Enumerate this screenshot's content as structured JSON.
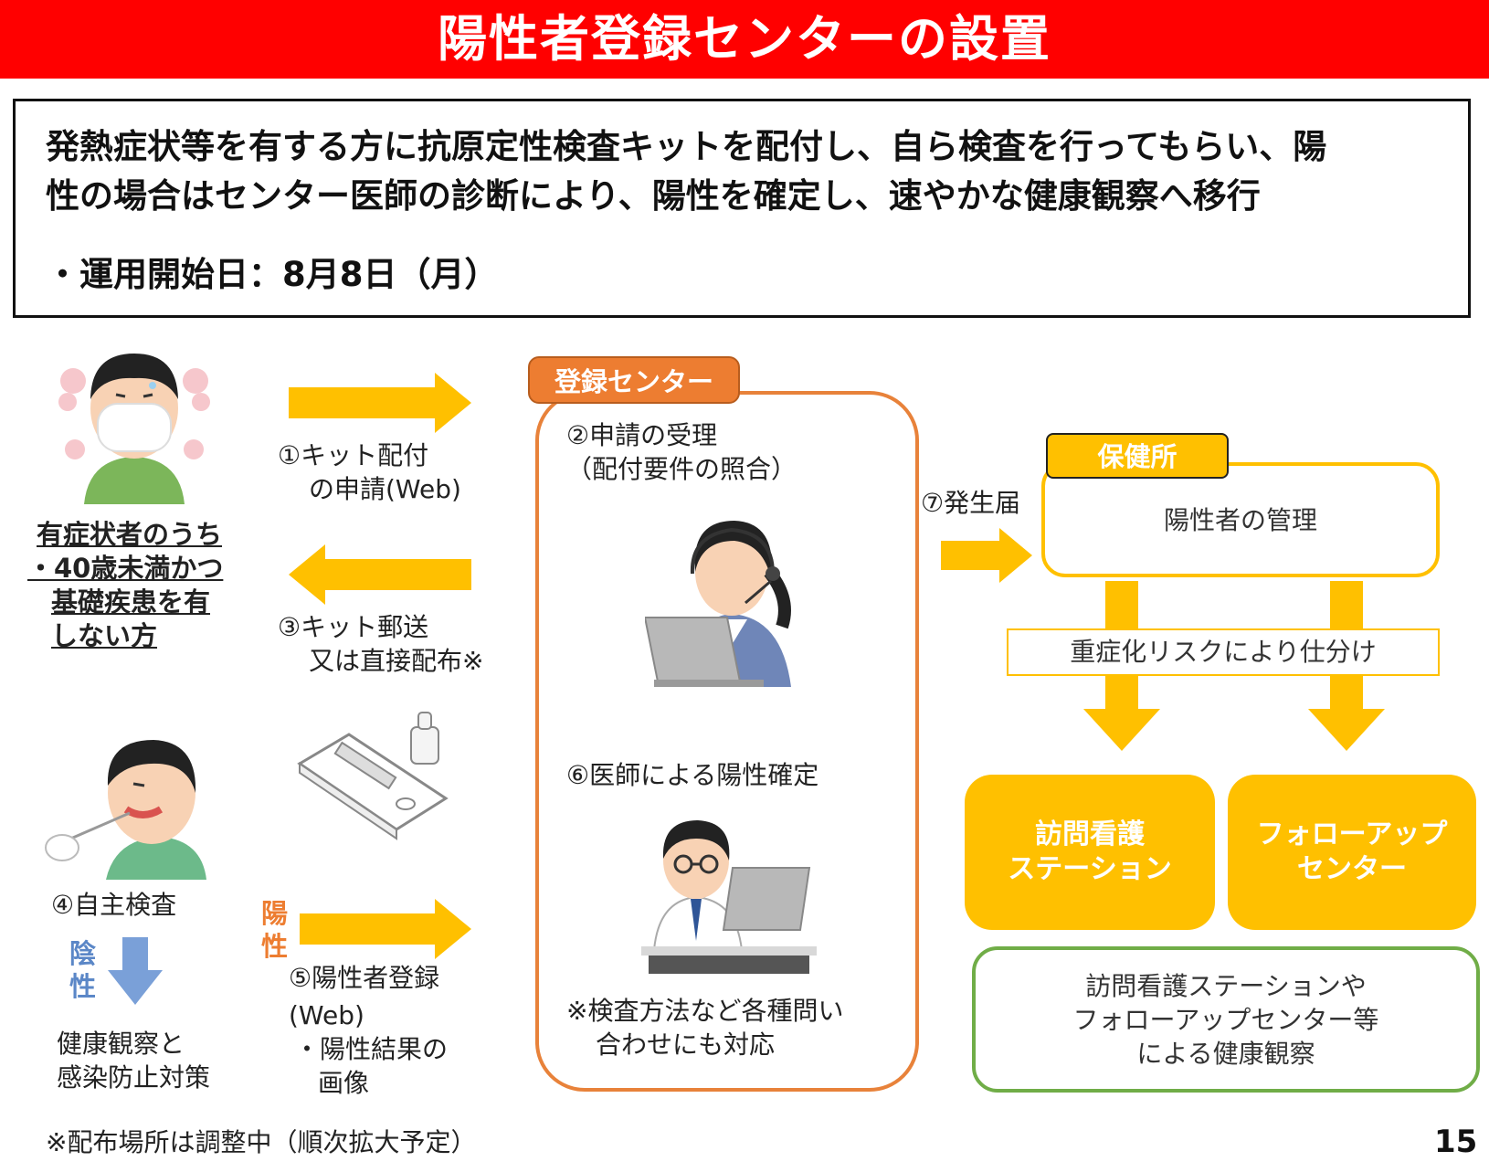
{
  "title": "陽性者登録センターの設置",
  "summary": {
    "line1": "発熱症状等を有する方に抗原定性検査キットを配付し、自ら検査を行ってもらい、陽",
    "line2": "性の場合はセンター医師の診断により、陽性を確定し、速やかな健康観察へ移行",
    "start_date": "・運用開始日：8月8日（月）"
  },
  "target": {
    "line1": "有症状者のうち",
    "line2": "・40歳未満かつ",
    "line3": "基礎疾患を有",
    "line4": "しない方"
  },
  "steps": {
    "s1_line1": "①キット配付",
    "s1_line2": "の申請(Web)",
    "s3_line1": "③キット郵送",
    "s3_line2": "又は直接配布※",
    "s4": "④自主検査",
    "negative_line1": "陰",
    "negative_line2": "性",
    "negative_result_line1": "健康観察と",
    "negative_result_line2": "感染防止対策",
    "positive_line1": "陽",
    "positive_line2": "性",
    "s5_line1": "⑤陽性者登録",
    "s5_line2": "(Web)",
    "s5_line3": "・陽性結果の",
    "s5_line4": "画像",
    "s7": "⑦発生届"
  },
  "center": {
    "label": "登録センター",
    "s2_line1": "②申請の受理",
    "s2_line2": "（配付要件の照合）",
    "s6": "⑥医師による陽性確定",
    "note_line1": "※検査方法など各種問い",
    "note_line2": "合わせにも対応"
  },
  "health_center": {
    "label": "保健所",
    "manage": "陽性者の管理",
    "triage": "重症化リスクにより仕分け"
  },
  "outcomes": {
    "box1_line1": "訪問看護",
    "box1_line2": "ステーション",
    "box2_line1": "フォローアップ",
    "box2_line2": "センター",
    "green_line1": "訪問看護ステーションや",
    "green_line2": "フォローアップセンター等",
    "green_line3": "による健康観察"
  },
  "footnote": "※配布場所は調整中（順次拡大予定）",
  "page_number": "15",
  "colors": {
    "title_red": "#ff0000",
    "arrow_yellow": "#ffc000",
    "center_orange": "#ed7d31",
    "negative_blue": "#7aa0d8",
    "green": "#70ad47"
  }
}
